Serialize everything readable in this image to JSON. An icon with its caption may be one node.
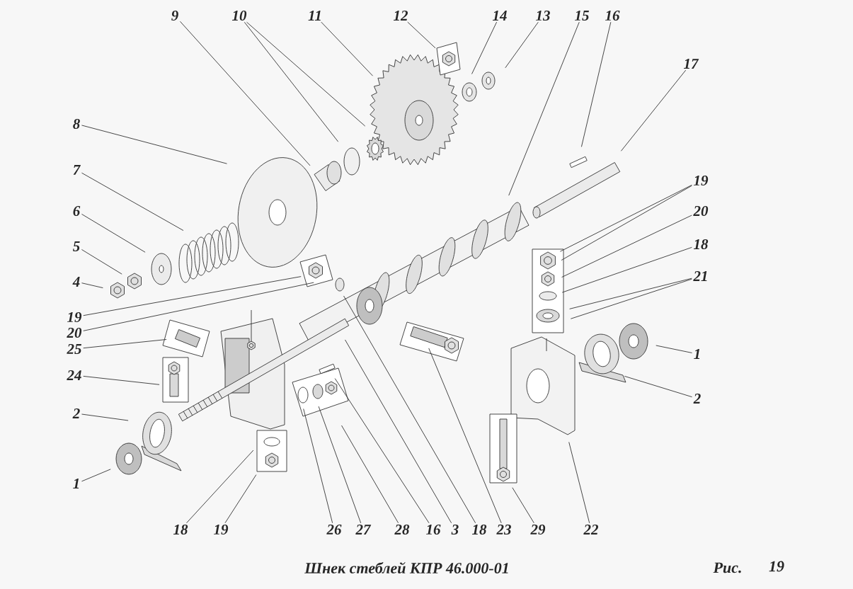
{
  "diagram": {
    "caption": "Шнек стеблей КПР 46.000-01",
    "nodes": [
      {
        "text": [
          "9"
        ]
      },
      {
        "text": [
          "10"
        ]
      },
      {
        "text": [
          "11"
        ]
      },
      {
        "text": [
          "12"
        ]
      },
      {
        "text": [
          "14"
        ]
      },
      {
        "text": [
          "13"
        ]
      },
      {
        "text": [
          "15"
        ]
      },
      {
        "text": [
          "16"
        ]
      },
      {
        "text": [
          "17"
        ]
      },
      {
        "text": [
          "8"
        ]
      },
      {
        "text": [
          "7"
        ]
      },
      {
        "text": [
          "19"
        ]
      },
      {
        "text": [
          "6"
        ]
      },
      {
        "text": [
          "20"
        ]
      },
      {
        "text": [
          "18"
        ]
      },
      {
        "text": [
          "5"
        ]
      },
      {
        "text": [
          "21"
        ]
      },
      {
        "text": [
          "4"
        ]
      },
      {
        "text": [
          "19"
        ]
      },
      {
        "text": [
          "20"
        ]
      },
      {
        "text": [
          "25"
        ]
      },
      {
        "text": [
          "1"
        ]
      },
      {
        "text": [
          "24"
        ]
      },
      {
        "text": [
          "2"
        ]
      },
      {
        "text": [
          "2"
        ]
      },
      {
        "text": [
          "1"
        ]
      },
      {
        "text": [
          "18"
        ]
      },
      {
        "text": [
          "19"
        ]
      },
      {
        "text": [
          "26"
        ]
      },
      {
        "text": [
          "27"
        ]
      },
      {
        "text": [
          "28"
        ]
      },
      {
        "text": [
          "16"
        ]
      },
      {
        "text": [
          "3"
        ]
      },
      {
        "text": [
          "18"
        ]
      },
      {
        "text": [
          "23"
        ]
      },
      {
        "text": [
          "29"
        ]
      },
      {
        "text": [
          "22"
        ]
      }
    ],
    "edges": [
      {
        "from": 0,
        "to": null,
        "arrow": "none"
      },
      {
        "from": 1,
        "to": null,
        "arrow": "none"
      },
      {
        "from": 1,
        "to": null,
        "arrow": "none"
      },
      {
        "from": 2,
        "to": null,
        "arrow": "none"
      },
      {
        "from": 3,
        "to": null,
        "arrow": "none"
      },
      {
        "from": 4,
        "to": null,
        "arrow": "none"
      },
      {
        "from": 5,
        "to": null,
        "arrow": "none"
      },
      {
        "from": 6,
        "to": null,
        "arrow": "none"
      },
      {
        "from": 7,
        "to": null,
        "arrow": "none"
      },
      {
        "from": 8,
        "to": null,
        "arrow": "none"
      },
      {
        "from": 9,
        "to": null,
        "arrow": "none"
      },
      {
        "from": 10,
        "to": null,
        "arrow": "none"
      },
      {
        "from": 11,
        "to": null,
        "arrow": "none"
      },
      {
        "from": 11,
        "to": null,
        "arrow": "none"
      },
      {
        "from": 12,
        "to": null,
        "arrow": "none"
      },
      {
        "from": 13,
        "to": null,
        "arrow": "none"
      },
      {
        "from": 14,
        "to": null,
        "arrow": "none"
      },
      {
        "from": 15,
        "to": null,
        "arrow": "none"
      },
      {
        "from": 16,
        "to": null,
        "arrow": "none"
      },
      {
        "from": 16,
        "to": null,
        "arrow": "none"
      },
      {
        "from": 17,
        "to": null,
        "arrow": "none"
      },
      {
        "from": 18,
        "to": null,
        "arrow": "none"
      },
      {
        "from": 19,
        "to": null,
        "arrow": "none"
      },
      {
        "from": 20,
        "to": null,
        "arrow": "none"
      },
      {
        "from": 21,
        "to": null,
        "arrow": "none"
      },
      {
        "from": 22,
        "to": null,
        "arrow": "none"
      },
      {
        "from": 23,
        "to": null,
        "arrow": "none"
      },
      {
        "from": 24,
        "to": null,
        "arrow": "none"
      },
      {
        "from": 25,
        "to": null,
        "arrow": "none"
      },
      {
        "from": 26,
        "to": null,
        "arrow": "none"
      },
      {
        "from": 27,
        "to": null,
        "arrow": "none"
      },
      {
        "from": 28,
        "to": null,
        "arrow": "none"
      },
      {
        "from": 29,
        "to": null,
        "arrow": "none"
      },
      {
        "from": 30,
        "to": null,
        "arrow": "none"
      },
      {
        "from": 31,
        "to": null,
        "arrow": "none"
      },
      {
        "from": 32,
        "to": null,
        "arrow": "none"
      },
      {
        "from": 33,
        "to": null,
        "arrow": "none"
      },
      {
        "from": 34,
        "to": null,
        "arrow": "none"
      },
      {
        "from": 35,
        "to": null,
        "arrow": "none"
      },
      {
        "from": 36,
        "to": null,
        "arrow": "none"
      }
    ],
    "labels": [
      "Рис.",
      "19"
    ]
  }
}
